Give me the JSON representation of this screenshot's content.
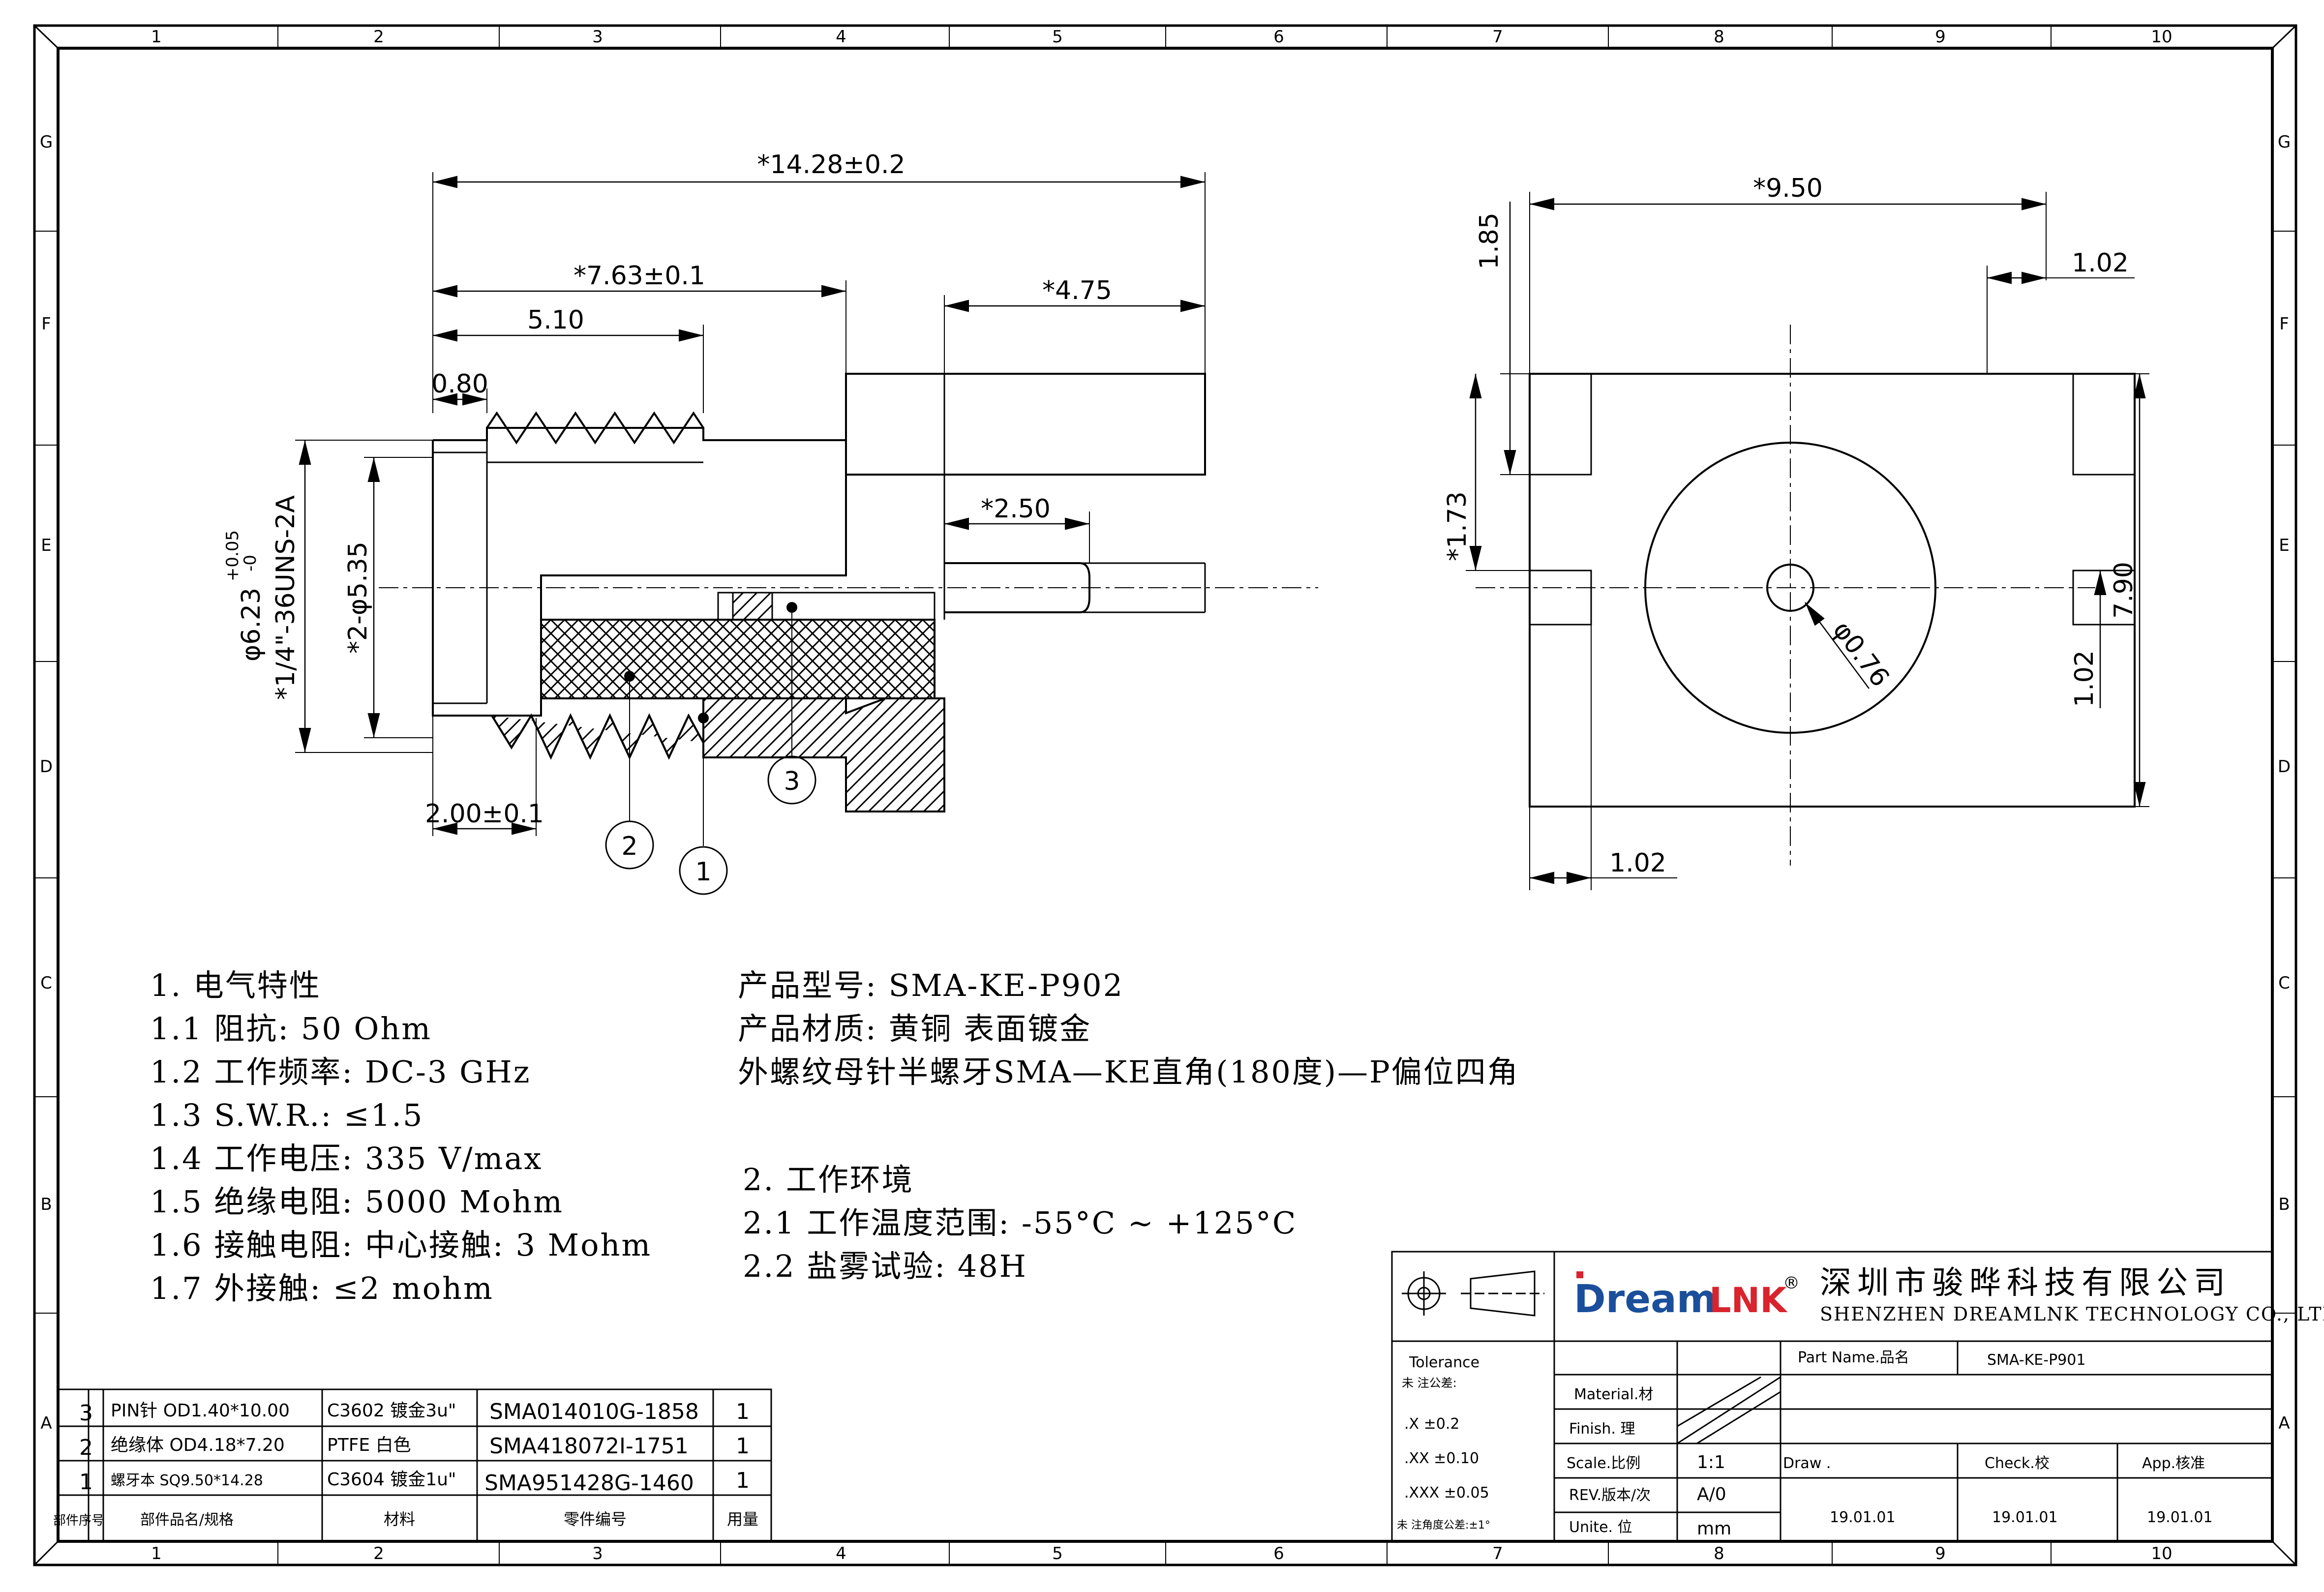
{
  "border": {
    "columns": [
      "1",
      "2",
      "3",
      "4",
      "5",
      "6",
      "7",
      "8",
      "9",
      "10"
    ],
    "rows": [
      "G",
      "F",
      "E",
      "D",
      "C",
      "B",
      "A"
    ]
  },
  "dimensions": {
    "left": {
      "overall_length": "*14.28±0.2",
      "length_763": "*7.63±0.1",
      "length_510": "5.10",
      "length_080": "0.80",
      "length_475": "*4.75",
      "length_250": "*2.50",
      "length_200": "2.00±0.1",
      "dia_623": "φ6.23",
      "dia_623_tol_plus": "+0.05",
      "dia_623_tol_minus": "-0",
      "thread": "*1/4\"-36UNS-2A",
      "dia_535": "*2-φ5.35"
    },
    "right": {
      "width_950": "*9.50",
      "h_185": "1.85",
      "w_102_top": "1.02",
      "h_173": "*1.73",
      "h_790": "7.90",
      "h_102_side": "1.02",
      "dia_076": "φ0.76",
      "w_102_bottom": "1.02"
    }
  },
  "balloons": [
    "1",
    "2",
    "3"
  ],
  "specs_left": [
    "1. 电气特性",
    "1.1 阻抗: 50 Ohm",
    "1.2 工作频率: DC-3 GHz",
    "1.3 S.W.R.: ≤1.5",
    "1.4 工作电压: 335 V/max",
    "1.5 绝缘电阻: 5000 Mohm",
    "1.6 接触电阻: 中心接触: 3 Mohm",
    "1.7 外接触: ≤2 mohm"
  ],
  "specs_right": [
    "产品型号: SMA-KE-P902",
    "产品材质: 黄铜 表面镀金",
    "外螺纹母针半螺牙SMA—KE直角(180度)—P偏位四角"
  ],
  "specs_env": [
    "2. 工作环境",
    "2.1 工作温度范围: -55°C ~ +125°C",
    "2.2 盐雾试验: 48H"
  ],
  "bom": {
    "rows": [
      {
        "no": "3",
        "name": "PIN针 OD1.40*10.00",
        "material": "C3602 镀金3u\"",
        "part": "SMA014010G-1858",
        "qty": "1"
      },
      {
        "no": "2",
        "name": "绝缘体 OD4.18*7.20",
        "material": "PTFE  白色",
        "part": "SMA418072I-1751",
        "qty": "1"
      },
      {
        "no": "1",
        "name": "螺牙本 SQ9.50*14.28",
        "material": "C3604 镀金1u\"",
        "part": "SMA951428G-1460",
        "qty": "1"
      }
    ],
    "header": {
      "no": "部件序号",
      "name": "部件品名/规格",
      "material": "材料",
      "part": "零件编号",
      "qty": "用量"
    }
  },
  "title_block": {
    "logo_dream": "Dream",
    "logo_lnk": "LNK",
    "logo_reg": "®",
    "company_cn": "深圳市骏晔科技有限公司",
    "company_en": "SHENZHEN DREAMLNK TECHNOLOGY CO., LTD",
    "tolerance_title": "Tolerance",
    "tolerance_sub": "未 注公差:",
    "tol_x": ".X      ±0.2",
    "tol_xx": ".XX      ±0.10",
    "tol_xxx": ".XXX    ±0.05",
    "tol_angle": "未 注角度公差:±1°",
    "material_label": "Material.材",
    "finish_label": "Finish. 理",
    "scale_label": "Scale.比例",
    "scale_value": "1:1",
    "rev_label": "REV.版本/次",
    "rev_value": "A/0",
    "unit_label": "Unite. 位",
    "unit_value": "mm",
    "partname_label": "Part Name.品名",
    "partname_value": "SMA-KE-P901",
    "draw_label": "Draw .",
    "check_label": "Check.校",
    "app_label": "App.核准",
    "draw_date": "19.01.01",
    "check_date": "19.01.01",
    "app_date": "19.01.01"
  },
  "colors": {
    "logo_red": "#d9232d",
    "logo_blue": "#1b4f9c",
    "line": "#000000"
  }
}
